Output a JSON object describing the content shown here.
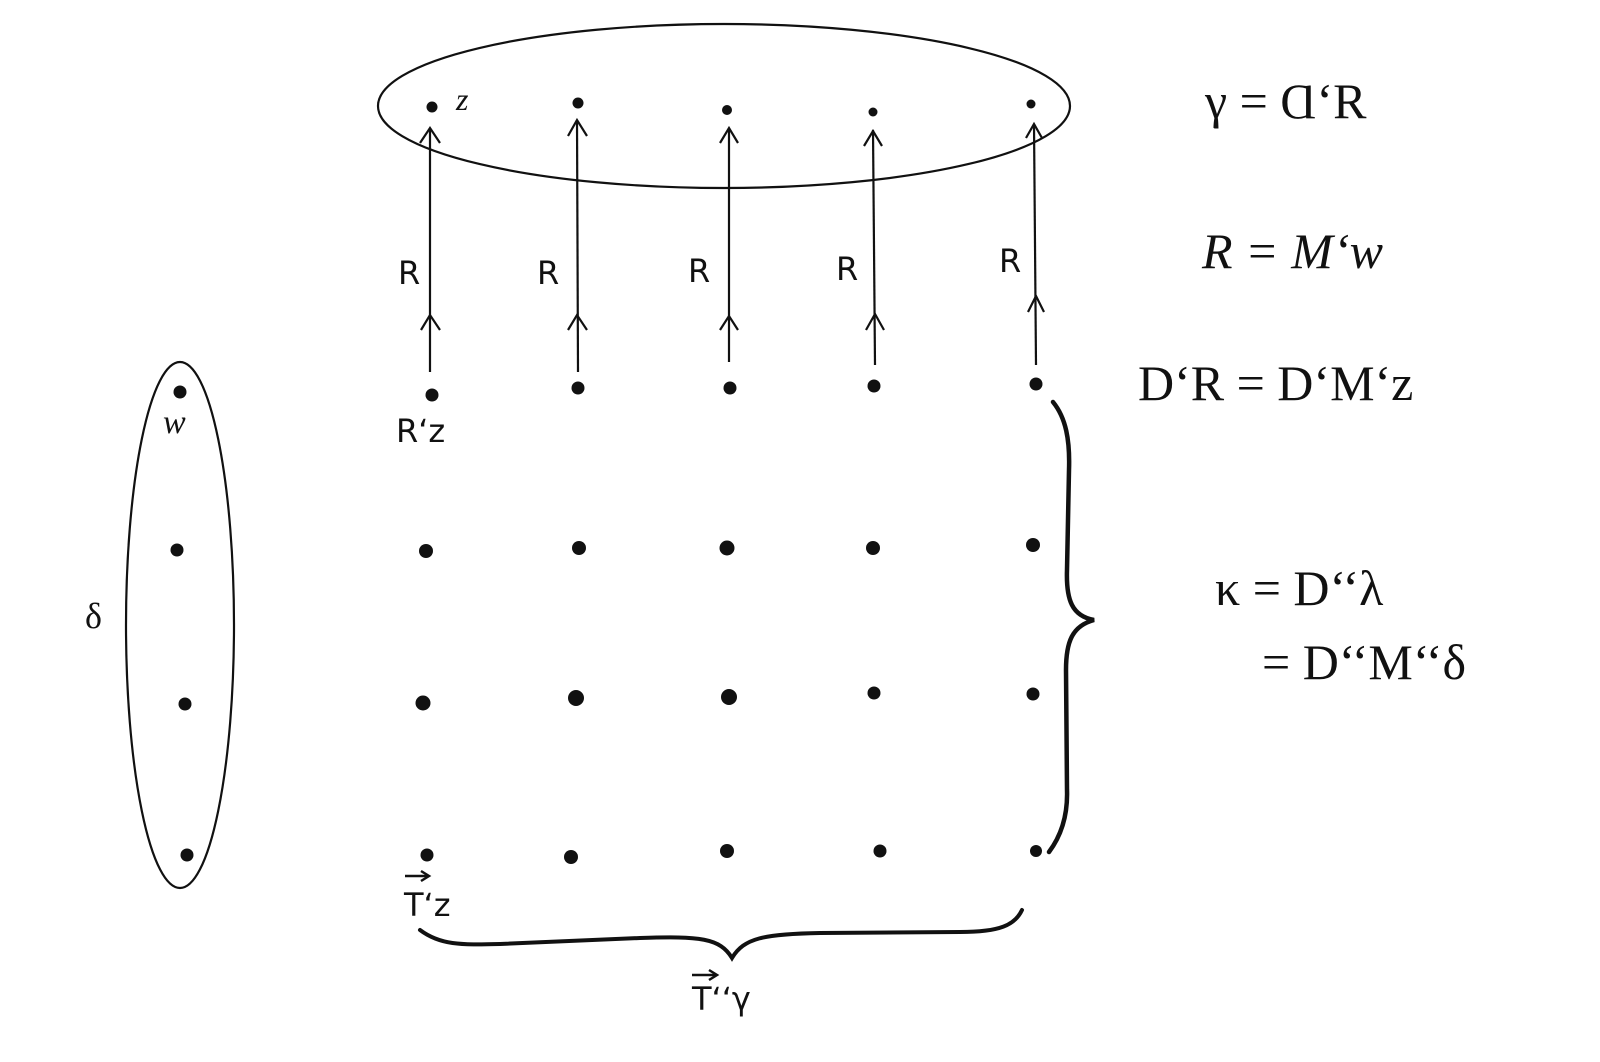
{
  "labels": {
    "z": "z",
    "w": "w",
    "delta": "δ",
    "R": "R",
    "R_of_z": "R‘z",
    "T_of_z": "T‘z",
    "T_of_gamma": "T‘‘γ"
  },
  "formulas": {
    "gamma": "γ = Ɑ‘R",
    "R_eq": "R = M‘w",
    "domain": "D‘R = D‘M‘z",
    "kappa_1": "κ = D‘‘λ",
    "kappa_2": "= D‘‘M‘‘δ"
  },
  "colors": {
    "ink": "#111111",
    "paper": "#ffffff"
  }
}
